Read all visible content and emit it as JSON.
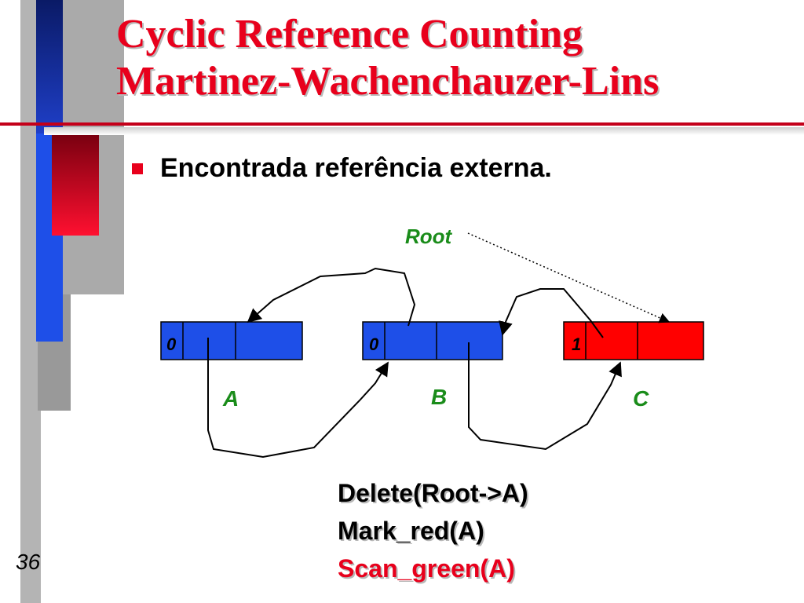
{
  "title": {
    "line1": "Cyclic Reference Counting",
    "line2": "Martinez-Wachenchauzer-Lins"
  },
  "bullet": "Encontrada referência externa.",
  "diagram": {
    "root_label": "Root",
    "cells": [
      {
        "id": "A",
        "label": "A",
        "count": "0",
        "color": "#1e4fe8"
      },
      {
        "id": "B",
        "label": "B",
        "count": "0",
        "color": "#1e4fe8"
      },
      {
        "id": "C",
        "label": "C",
        "count": "1",
        "color": "#ff0000"
      }
    ]
  },
  "commands": [
    {
      "text": "Delete(Root->A)",
      "color": "#000000"
    },
    {
      "text": "Mark_red(A)",
      "color": "#000000"
    },
    {
      "text": "Scan_green(A)",
      "color": "#e8001c"
    }
  ],
  "page_number": "36",
  "colors": {
    "accent_red": "#e8001c",
    "label_green": "#1a8c1a",
    "deco_blue": "#1e4fe8",
    "deco_navy": "#0a1a66",
    "deco_gray": "#a0a0a0"
  }
}
